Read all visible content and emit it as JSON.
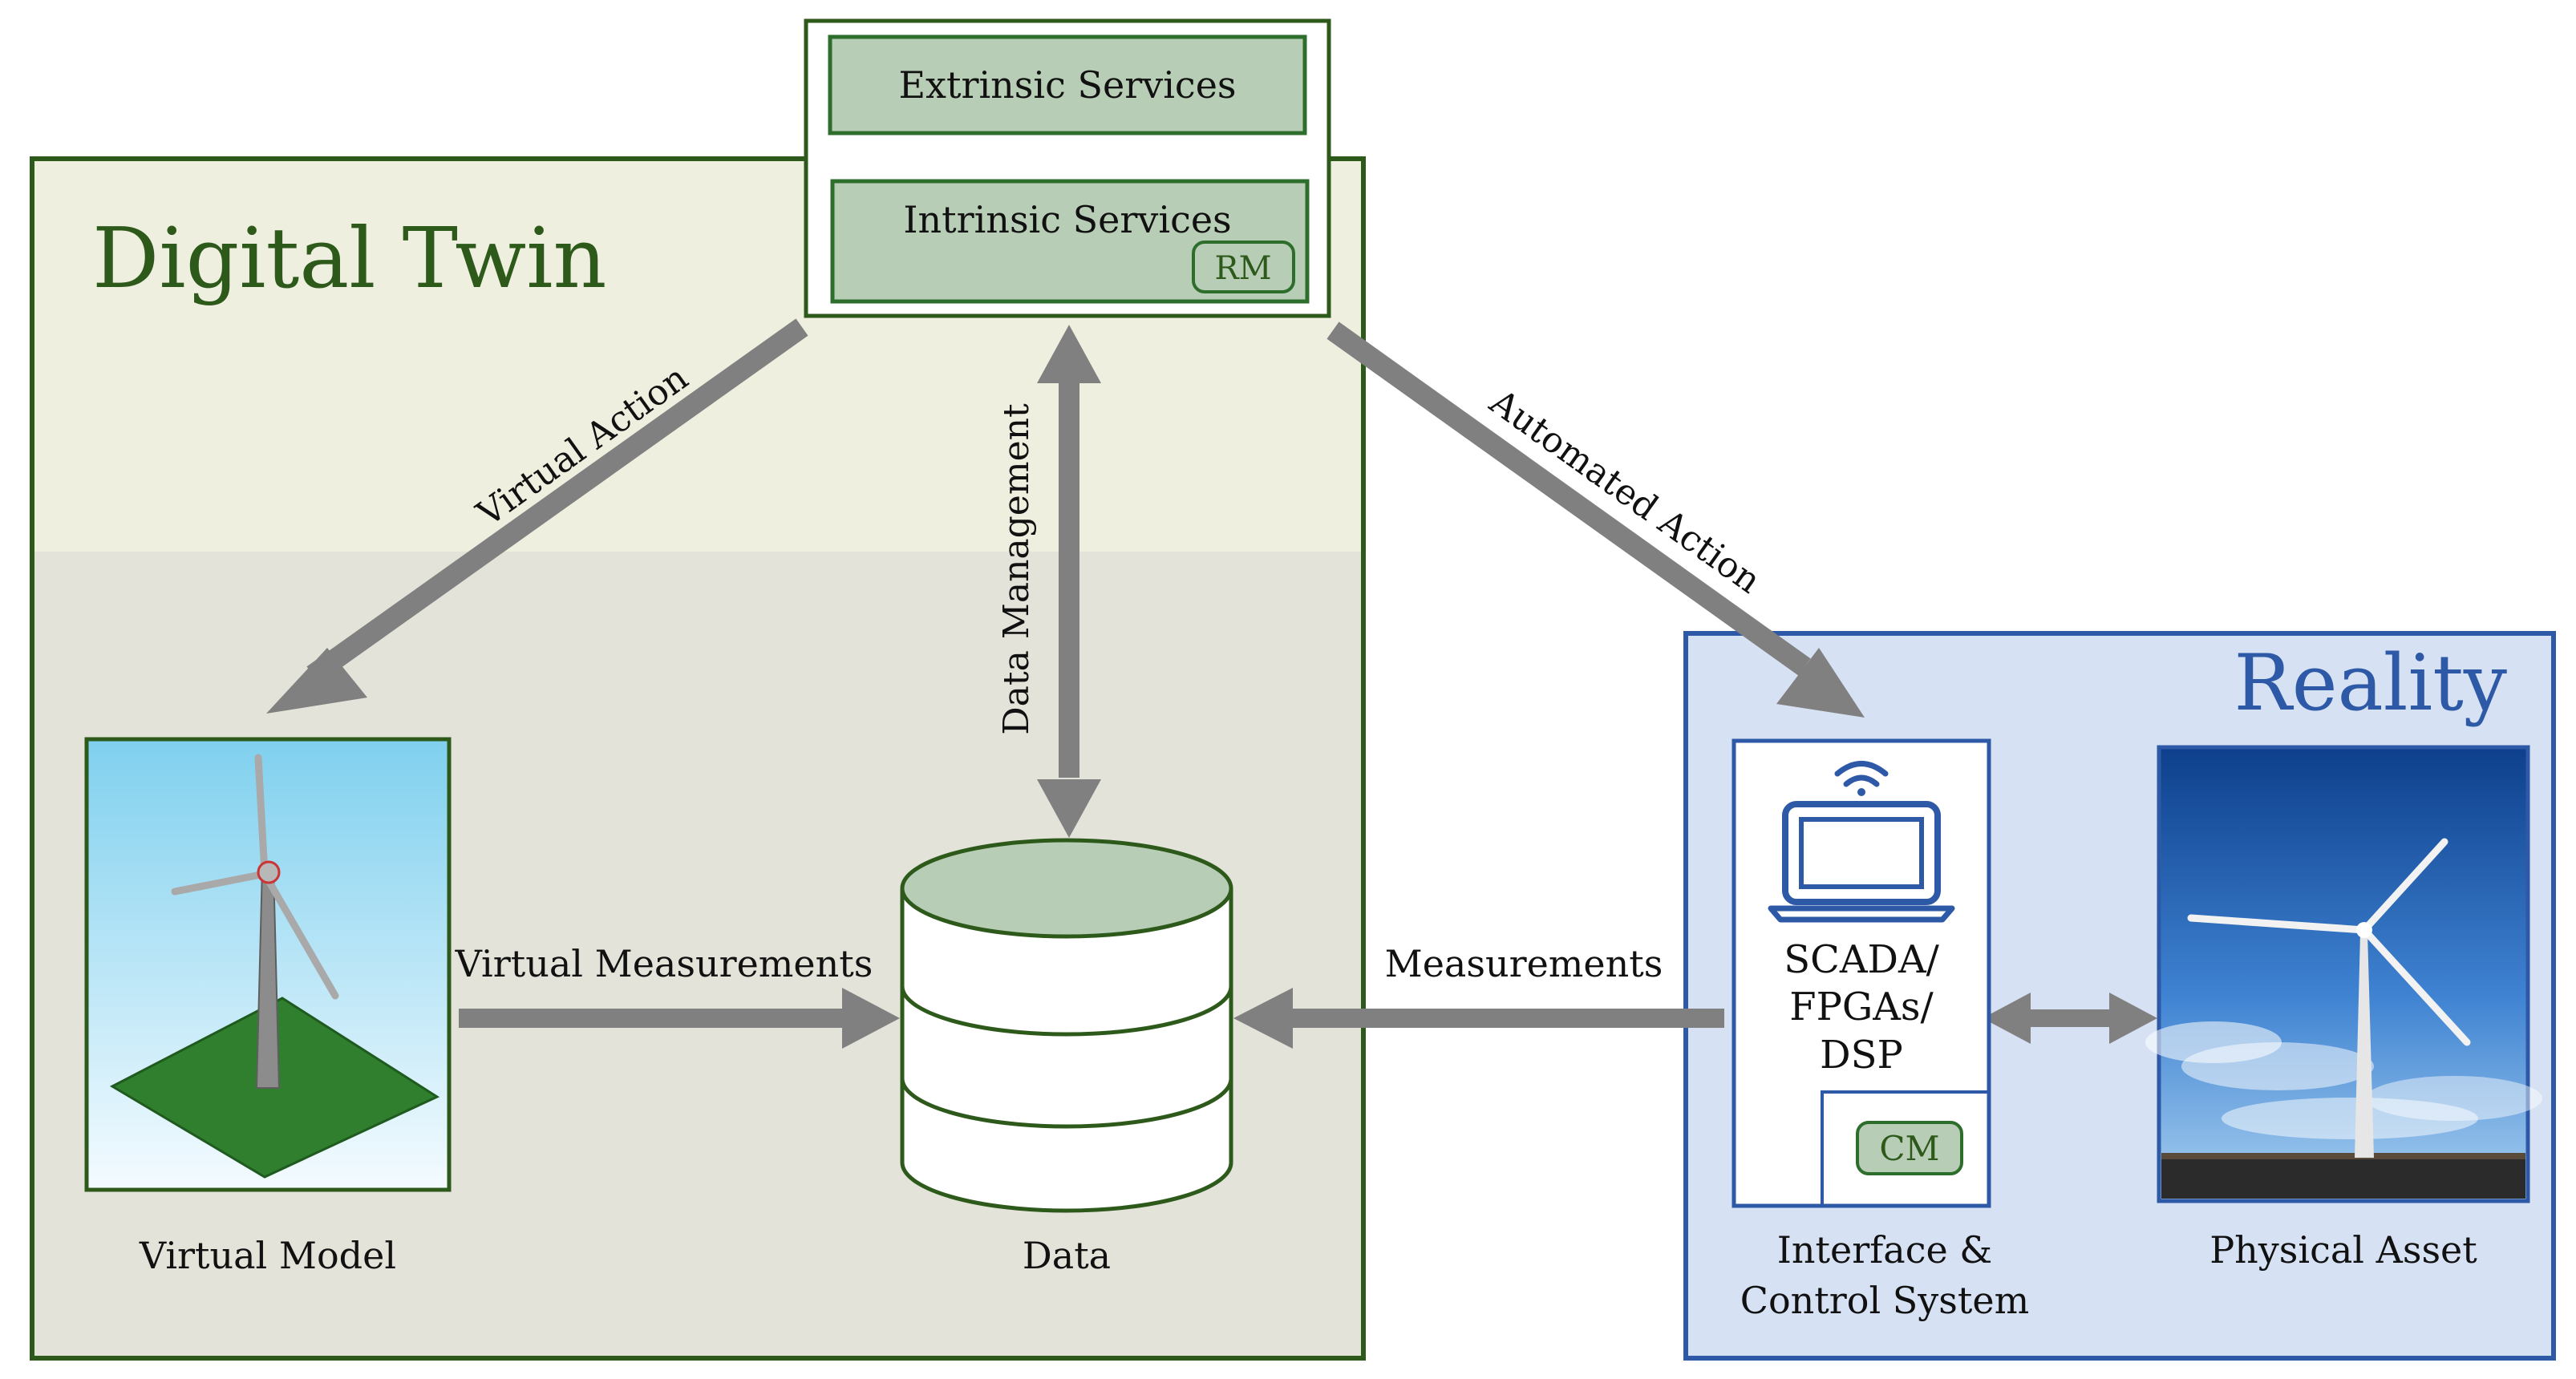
{
  "digital_twin": {
    "title": "Digital Twin",
    "extrinsic_services": "Extrinsic Services",
    "intrinsic_services": "Intrinsic Services",
    "rm_badge": "RM",
    "virtual_action": "Virtual Action",
    "data_management": "Data Management",
    "virtual_measurements": "Virtual Measurements",
    "virtual_model_label": "Virtual Model",
    "data_label": "Data"
  },
  "reality": {
    "title": "Reality",
    "scada_line1": "SCADA/",
    "scada_line2": "FPGAs/",
    "scada_line3": "DSP",
    "cm_badge": "CM",
    "interface_line1": "Interface &",
    "interface_line2": "Control System",
    "physical_asset_label": "Physical Asset"
  },
  "links": {
    "automated_action": "Automated Action",
    "measurements": "Measurements"
  },
  "colors": {
    "green_dark": "#2d5a1b",
    "green_fill": "#b8cdb5",
    "dt_top_bg": "#efefdf",
    "dt_bottom_bg": "#e3e3d9",
    "blue_dark": "#2e59a6",
    "blue_fill": "#d6e2f3",
    "arrow_gray": "#808080"
  }
}
